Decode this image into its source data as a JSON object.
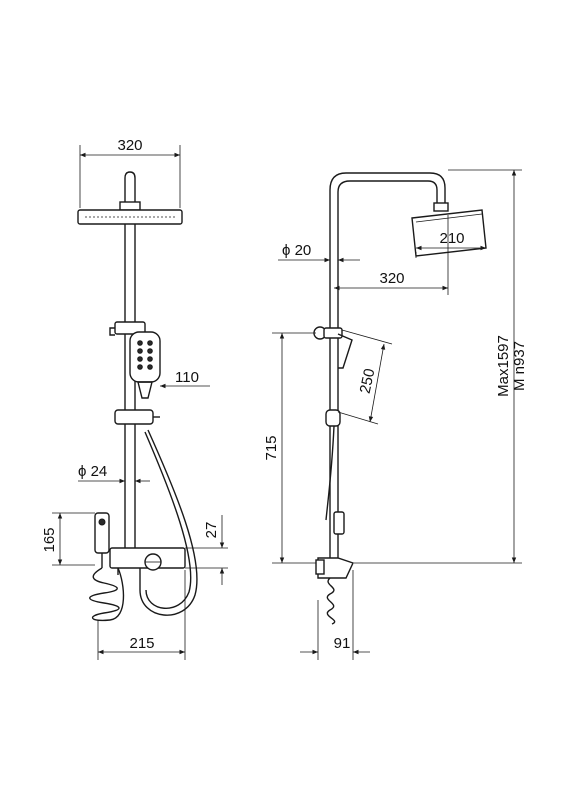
{
  "dimensions": {
    "front_head_width": "320",
    "front_hand_shower_width": "110",
    "front_pipe_diameter": "ϕ 24",
    "front_bidet_height": "165",
    "front_spout_height": "27",
    "front_spout_length": "215",
    "side_pipe_diameter": "ϕ 20",
    "side_head_diameter": "210",
    "side_arm_reach": "320",
    "side_hand_shower_length": "250",
    "side_mixer_height": "715",
    "side_max_height": "Max1597",
    "side_min_height": "M n937",
    "side_depth": "91"
  }
}
